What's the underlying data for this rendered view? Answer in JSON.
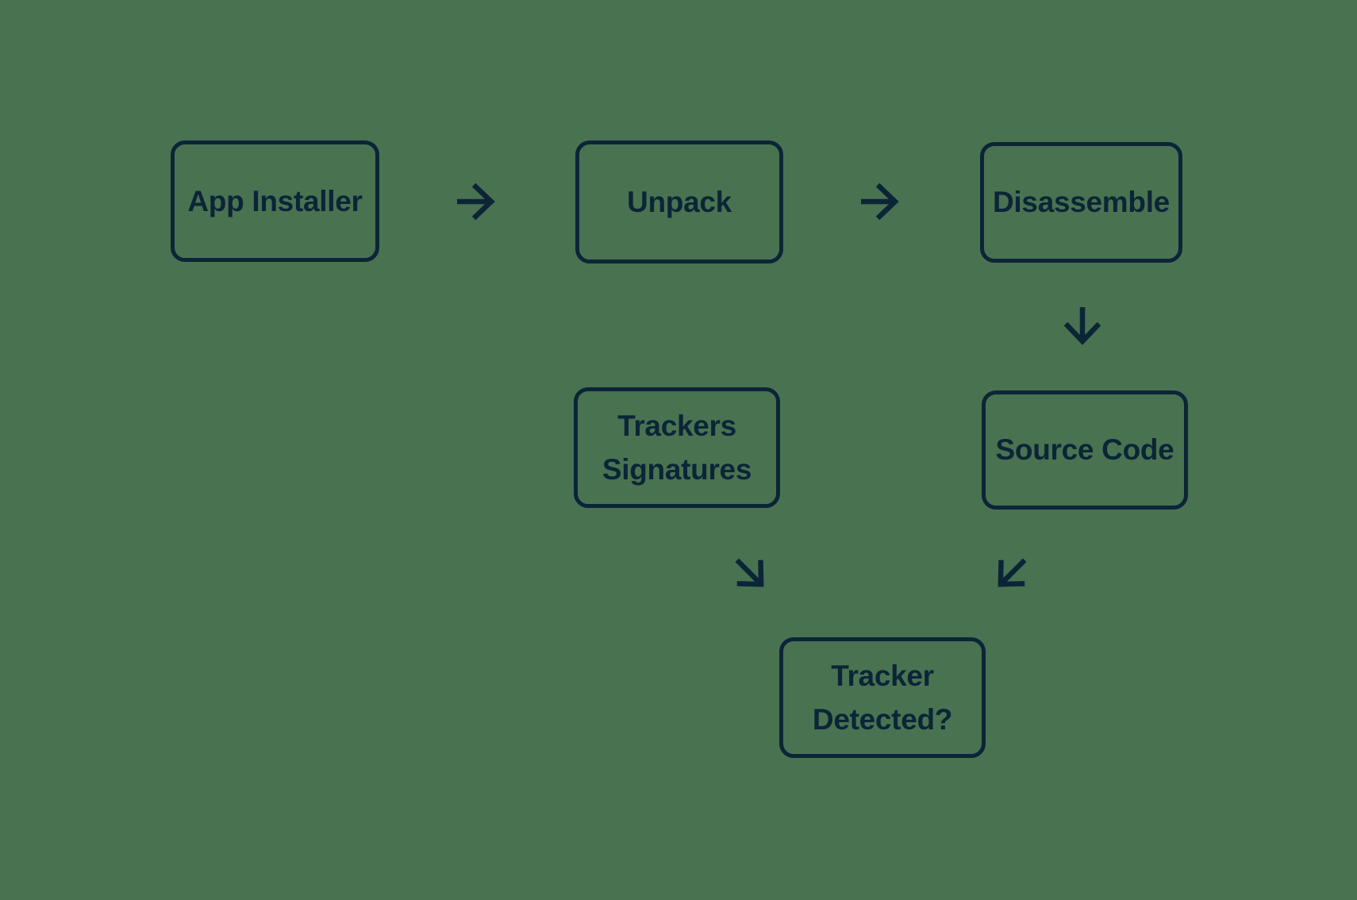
{
  "colors": {
    "background": "#497251",
    "ink": "#0b2537"
  },
  "diagram": {
    "type": "flowchart",
    "nodes": [
      {
        "id": "app-installer",
        "label": "App Installer"
      },
      {
        "id": "unpack",
        "label": "Unpack"
      },
      {
        "id": "disassemble",
        "label": "Disassemble"
      },
      {
        "id": "trackers-signatures",
        "label": "Trackers Signatures"
      },
      {
        "id": "source-code",
        "label": "Source Code"
      },
      {
        "id": "tracker-detected",
        "label": "Tracker Detected?"
      }
    ],
    "edges": [
      {
        "from": "app-installer",
        "to": "unpack",
        "direction": "right"
      },
      {
        "from": "unpack",
        "to": "disassemble",
        "direction": "right"
      },
      {
        "from": "disassemble",
        "to": "source-code",
        "direction": "down"
      },
      {
        "from": "trackers-signatures",
        "to": "tracker-detected",
        "direction": "down-right"
      },
      {
        "from": "source-code",
        "to": "tracker-detected",
        "direction": "down-left"
      }
    ]
  }
}
